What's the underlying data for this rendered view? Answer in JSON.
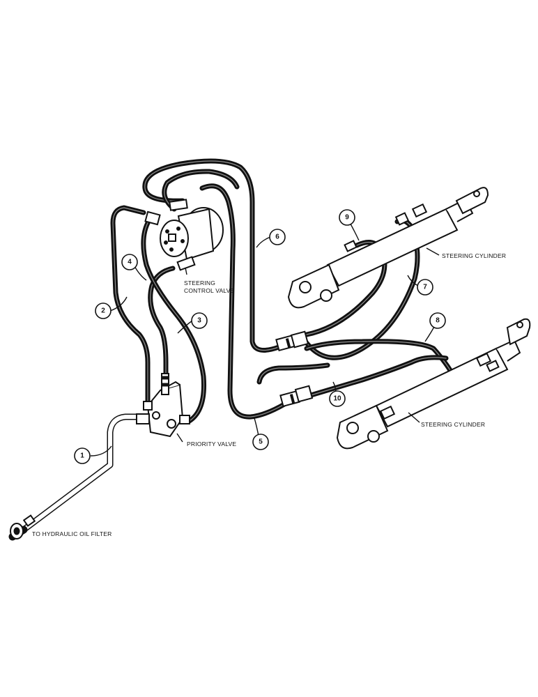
{
  "labels": {
    "steering_control_valve_line1": "STEERING",
    "steering_control_valve_line2": "CONTROL VALVE",
    "priority_valve": "PRIORITY VALVE",
    "to_hydraulic_oil_filter": "TO HYDRAULIC OIL FILTER",
    "steering_cylinder_upper": "STEERING CYLINDER",
    "steering_cylinder_lower": "STEERING CYLINDER"
  },
  "callouts": [
    "1",
    "2",
    "3",
    "4",
    "5",
    "6",
    "7",
    "8",
    "9",
    "10"
  ],
  "colors": {
    "ink": "#111111",
    "paper": "#ffffff"
  }
}
